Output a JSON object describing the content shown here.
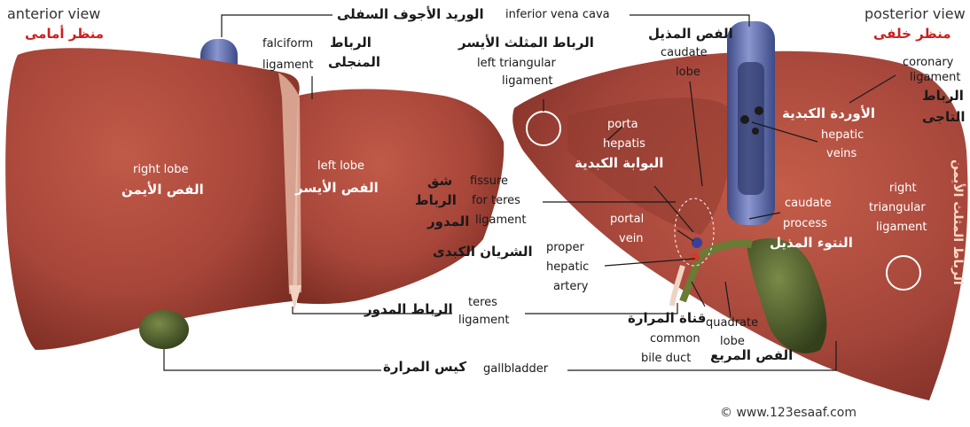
{
  "views": {
    "anterior_en": "anterior view",
    "anterior_ar": "منظر أمامى",
    "posterior_en": "posterior view",
    "posterior_ar": "منظر خلفى"
  },
  "labels": {
    "ivc_en": "inferior vena cava",
    "ivc_ar": "الوريد الأجوف السفلى",
    "falciform_en_1": "falciform",
    "falciform_en_2": "ligament",
    "falciform_ar_1": "الرباط",
    "falciform_ar_2": "المنجلى",
    "left_tri_ar": "الرباط المثلث الأيسر",
    "left_tri_en_1": "left triangular",
    "left_tri_en_2": "ligament",
    "caudate_lobe_ar": "الفص المذيل",
    "caudate_lobe_en_1": "caudate",
    "caudate_lobe_en_2": "lobe",
    "coronary_en_1": "coronary",
    "coronary_en_2": "ligament",
    "coronary_ar_1": "الرباط",
    "coronary_ar_2": "التاجى",
    "hepatic_veins_ar": "الأوردة الكبدية",
    "hepatic_veins_en_1": "hepatic",
    "hepatic_veins_en_2": "veins",
    "porta_en_1": "porta",
    "porta_en_2": "hepatis",
    "porta_ar": "البوابة الكبدية",
    "right_lobe_en": "right lobe",
    "right_lobe_ar": "الفص الأيمن",
    "left_lobe_en": "left lobe",
    "left_lobe_ar": "الفص الأيسر",
    "fissure_ar_1": "شق",
    "fissure_ar_2": "الرباط",
    "fissure_ar_3": "المدور",
    "fissure_en_1": "fissure",
    "fissure_en_2": "for teres",
    "fissure_en_3": "ligament",
    "portal_vein_en_1": "portal",
    "portal_vein_en_2": "vein",
    "caudate_process_en_1": "caudate",
    "caudate_process_en_2": "process",
    "caudate_process_ar": "النتوء المذيل",
    "right_tri_en_1": "right",
    "right_tri_en_2": "triangular",
    "right_tri_en_3": "ligament",
    "right_tri_ar": "الرباط المثلث الأيمن",
    "hepatic_artery_ar": "الشريان الكبدى",
    "hepatic_artery_en_1": "proper",
    "hepatic_artery_en_2": "hepatic",
    "hepatic_artery_en_3": "artery",
    "teres_ar": "الرباط المدور",
    "teres_en_1": "teres",
    "teres_en_2": "ligament",
    "bile_duct_ar": "قناة المرارة",
    "bile_duct_en_1": "common",
    "bile_duct_en_2": "bile duct",
    "quadrate_en_1": "quadrate",
    "quadrate_en_2": "lobe",
    "quadrate_ar": "الفص المربع",
    "gallbladder_ar": "كيس المرارة",
    "gallbladder_en": "gallbladder"
  },
  "copyright": "© www.123esaaf.com",
  "colors": {
    "liver": "#a8463a",
    "liver_dark": "#7e2e25",
    "ivc": "#5c6aa8",
    "gallbladder": "#4a5a2a",
    "ligament": "#e3b4a0",
    "arabic_red": "#cc1f1f"
  }
}
